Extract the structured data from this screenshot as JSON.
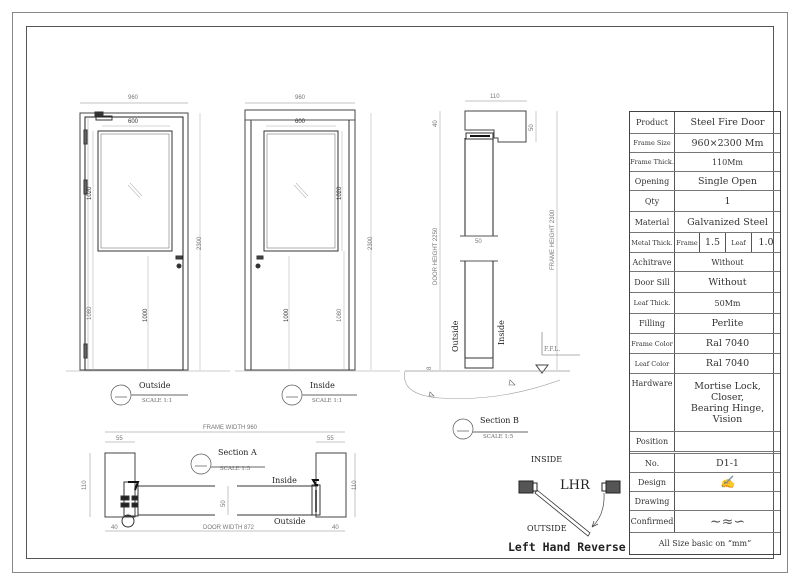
{
  "sheet": {
    "views": {
      "outside_elevation": {
        "title": "Outside",
        "scale": "SCALE 1:1",
        "dims": {
          "frame_width": "960",
          "glass_width": "600",
          "glass_height": "1020",
          "lower_height": "1080",
          "handle_height": "1000",
          "total_height": "2300"
        }
      },
      "inside_elevation": {
        "title": "Inside",
        "scale": "SCALE 1:1",
        "dims": {
          "frame_width": "960",
          "glass_width": "600",
          "glass_height": "1020",
          "lower_height": "1080",
          "handle_height": "1000",
          "total_height": "2300"
        }
      },
      "section_b": {
        "title": "Section B",
        "scale": "SCALE 1:5",
        "dims": {
          "frame_depth": "110",
          "head_gap": "40",
          "frame_face": "50",
          "leaf_thick": "50",
          "door_height": "DOOR HEIGHT 2250",
          "frame_height": "FRAME HEIGHT 2300",
          "bottom_gap": "8",
          "ffl": "F.F.L."
        },
        "labels": {
          "outside": "Outside",
          "inside": "Inside"
        }
      },
      "section_a": {
        "title": "Section A",
        "scale": "SCALE 1:5",
        "dims": {
          "frame_width": "FRAME WIDTH 960",
          "door_width": "DOOR WIDTH 872",
          "jamb_left": "55",
          "jamb_right": "55",
          "frame_depth_left": "110",
          "frame_depth_right": "110",
          "leaf_thick": "50",
          "rebate_left": "40",
          "rebate_right": "40"
        },
        "labels": {
          "inside": "Inside",
          "outside": "Outside"
        }
      }
    },
    "handing": {
      "inside": "INSIDE",
      "outside": "OUTSIDE",
      "code": "LHR",
      "caption": "Left Hand Reverse"
    }
  },
  "spec_table": {
    "rows": [
      {
        "key": "Product",
        "value": "Steel Fire Door"
      },
      {
        "key": "Frame Size",
        "value": "960×2300 Mm"
      },
      {
        "key": "Frame Thick.",
        "value": "110Mm"
      },
      {
        "key": "Opening",
        "value": "Single Open"
      },
      {
        "key": "Qty",
        "value": "1"
      },
      {
        "key": "Material",
        "value": "Galvanized Steel"
      },
      {
        "key": "Metal Thick.",
        "frame_label": "Frame",
        "frame_value": "1.5",
        "leaf_label": "Leaf",
        "leaf_value": "1.0"
      },
      {
        "key": "Achitrave",
        "value": "Without"
      },
      {
        "key": "Door Sill",
        "value": "Without"
      },
      {
        "key": "Leaf Thick.",
        "value": "50Mm"
      },
      {
        "key": "Filling",
        "value": "Perlite"
      },
      {
        "key": "Frame Color",
        "value": "Ral 7040"
      },
      {
        "key": "Leaf Color",
        "value": "Ral 7040"
      },
      {
        "key": "Hardware",
        "value": "Mortise Lock,\nCloser,\nBearing Hinge,\nVision"
      },
      {
        "key": "Position",
        "value": ""
      },
      {
        "key": "No.",
        "value": "D1-1"
      },
      {
        "key": "Design",
        "value": "(signature)"
      },
      {
        "key": "Drawing",
        "value": ""
      },
      {
        "key": "Confirmed",
        "value": "(signature)"
      }
    ],
    "footer": "All Size basic on “mm”"
  }
}
